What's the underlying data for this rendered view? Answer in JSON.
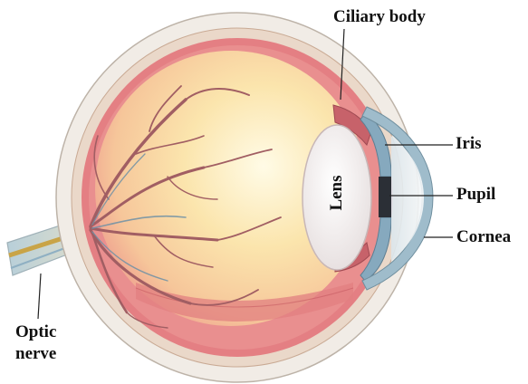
{
  "labels": {
    "ciliary_body": "Ciliary body",
    "iris": "Iris",
    "pupil": "Pupil",
    "cornea": "Cornea",
    "lens": "Lens",
    "optic_line1": "Optic",
    "optic_line2": "nerve"
  },
  "colors": {
    "sclera": "#f1ece6",
    "choroid": "#e47f83",
    "retina_inner": "#fbe3a8",
    "vessel": "#a15e63",
    "iris": "#86a9be",
    "lens": "#f2eeee",
    "label_text": "#111111"
  }
}
